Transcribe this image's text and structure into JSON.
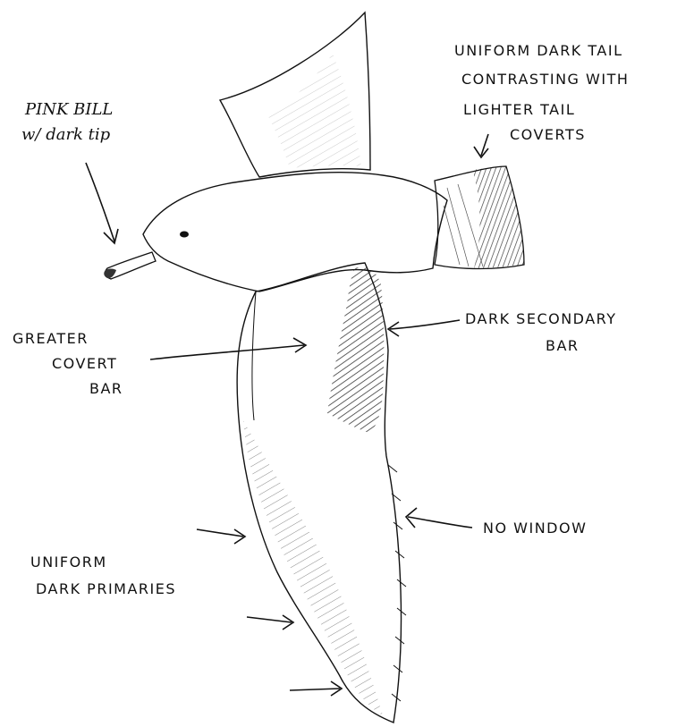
{
  "labels": {
    "bill_line1": "PINK BILL",
    "bill_line2": "w/ dark tip",
    "tail_line1": "UNIFORM DARK TAIL",
    "tail_line2": "CONTRASTING WITH",
    "tail_line3": "LIGHTER TAIL",
    "tail_line4": "COVERTS",
    "covert_line1": "GREATER",
    "covert_line2": "COVERT",
    "covert_line3": "BAR",
    "secondary_line1": "DARK SECONDARY",
    "secondary_line2": "BAR",
    "window": "NO WINDOW",
    "primaries_line1": "UNIFORM",
    "primaries_line2": "DARK PRIMARIES"
  },
  "colors": {
    "ink": "#111111",
    "paper": "#ffffff"
  }
}
